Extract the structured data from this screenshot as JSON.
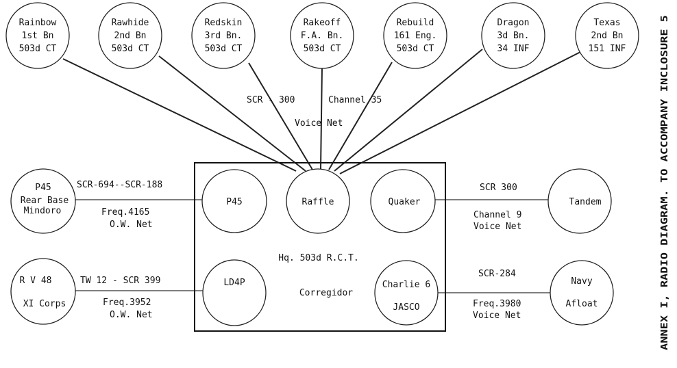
{
  "title": "ANNEX I, RADIO DIAGRAM. TO ACCOMPANY INCLOSURE 5",
  "top_stations": [
    {
      "lines": [
        "Rainbow",
        " 1st Bn",
        "503d CT"
      ]
    },
    {
      "lines": [
        "Rawhide",
        "2nd Bn",
        "503d CT"
      ]
    },
    {
      "lines": [
        "Redskin",
        "3rd Bn.",
        "503d CT"
      ]
    },
    {
      "lines": [
        "Rakeoff",
        "F.A. Bn.",
        "503d CT"
      ]
    },
    {
      "lines": [
        "Rebuild",
        "161 Eng.",
        "503d CT"
      ]
    },
    {
      "lines": [
        "Dragon",
        "3d Bn.",
        "34 INF"
      ]
    },
    {
      "lines": [
        "Texas",
        "2nd Bn",
        "151 INF"
      ]
    }
  ],
  "top_net": {
    "equipment": "SCR - 300",
    "channel": "Channel  35",
    "type": "Voice Net"
  },
  "hq": {
    "label": "Hq. 503d R.C.T.",
    "location": "Corregidor",
    "stations": {
      "p45": "P45",
      "raffle": "Raffle",
      "quaker": "Quaker",
      "ld4p": "LD4P",
      "charlie_lines": [
        "Charlie 6",
        "JASCO"
      ]
    }
  },
  "left_links": [
    {
      "station": [
        "P45",
        "Rear Base",
        "Mindoro"
      ],
      "equipment": "SCR-694--SCR-188",
      "freq": "Freq.4165",
      "net": "O.W. Net"
    },
    {
      "station": [
        "R V 48",
        "XI Corps"
      ],
      "equipment": "TW 12 - SCR 399",
      "freq": "Freq.3952",
      "net": "O.W. Net"
    }
  ],
  "right_links": [
    {
      "station": [
        "Tandem"
      ],
      "equipment": "SCR 300",
      "freq": "Channel 9",
      "net": "Voice Net"
    },
    {
      "station": [
        "Navy",
        "Afloat"
      ],
      "equipment": "SCR-284",
      "freq": "Freq.3980",
      "net": "Voice Net"
    }
  ]
}
